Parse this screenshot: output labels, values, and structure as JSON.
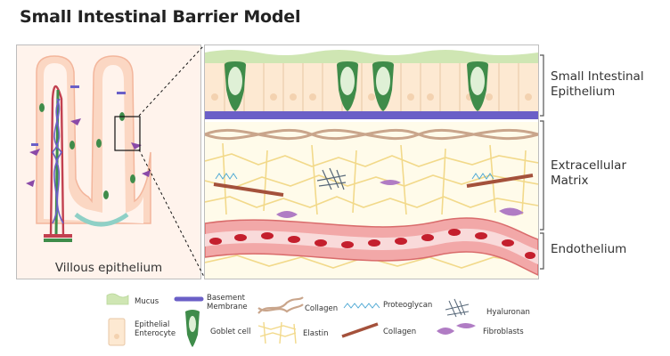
{
  "title": "Small Intestinal Barrier Model",
  "left_panel": {
    "caption": "Villous epithelium"
  },
  "regions": {
    "epithelium": "Small Intestinal\nEpithelium",
    "ecm": "Extracellular\nMatrix",
    "endothelium": "Endothelium"
  },
  "legend": {
    "mucus": "Mucus",
    "basement_membrane": "Basement\nMembrane",
    "collagen_fiber": "Collagen",
    "proteoglycan": "Proteoglycan",
    "hyaluronan": "Hyaluronan",
    "epithelial_enterocyte": "Epithelial\nEnterocyte",
    "goblet_cell": "Goblet cell",
    "elastin": "Elastin",
    "collagen_rod": "Collagen",
    "fibroblasts": "Fibroblasts"
  },
  "colors": {
    "mucus": "#cfe6b3",
    "enterocyte": "#fde9d2",
    "goblet": "#3f8c4a",
    "basement": "#6a5fc7",
    "collagen": "#c9a58b",
    "elastin": "#f2d98a",
    "vessel": "#f2a8a8",
    "rbc": "#c41f2d",
    "fibroblast": "#b07cc4"
  }
}
